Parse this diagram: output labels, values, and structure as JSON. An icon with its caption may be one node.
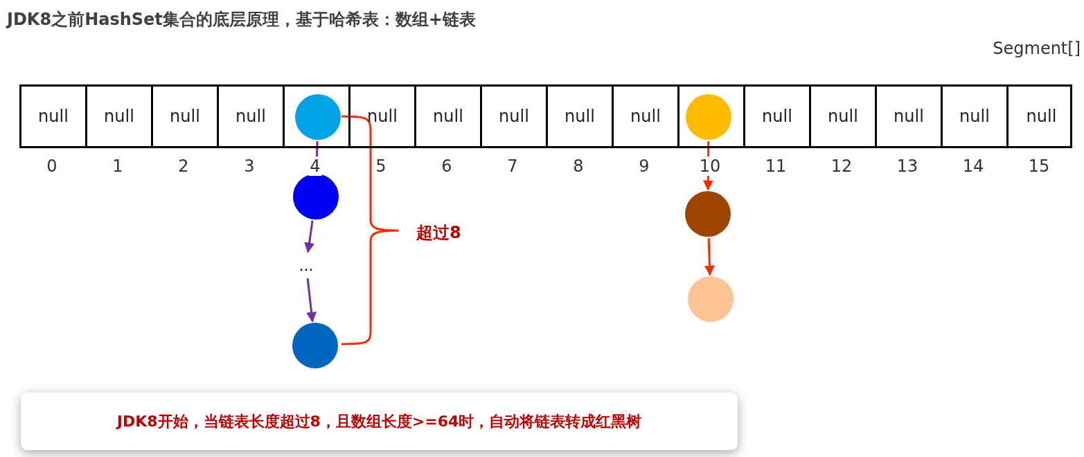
{
  "diagram": {
    "title": "JDK8之前HashSet集合的底层原理，基于哈希表：数组+链表",
    "caption": "JDK8开始，当链表长度超过8，且数组长度>=64时，自动将链表转成红黑树",
    "nodes": [
      {
        "text": [],
        "shape": "box"
      },
      {
        "text": [
          "null"
        ],
        "in": 0
      },
      {
        "text": [
          "null"
        ],
        "in": 0
      },
      {
        "text": [
          "null"
        ],
        "in": 0
      },
      {
        "text": [
          "null"
        ],
        "in": 0
      },
      {
        "text": [],
        "shape": "box",
        "in": 0
      },
      {
        "text": [
          "null"
        ],
        "in": 0
      },
      {
        "text": [
          "null"
        ],
        "in": 0
      },
      {
        "text": [
          "null"
        ],
        "in": 0
      },
      {
        "text": [
          "null"
        ],
        "in": 0
      },
      {
        "text": [
          "null"
        ],
        "in": 0
      },
      {
        "text": [],
        "shape": "box",
        "in": 0
      },
      {
        "text": [
          "null"
        ],
        "in": 0
      },
      {
        "text": [
          "null"
        ],
        "in": 0
      },
      {
        "text": [
          "null"
        ],
        "in": 0
      },
      {
        "text": [
          "null"
        ],
        "in": 0
      },
      {
        "text": [
          "null"
        ],
        "in": 0
      },
      {
        "text": [],
        "shape": "circle",
        "in": 5
      },
      {
        "text": [],
        "shape": "circle"
      },
      {
        "text": [
          "..."
        ]
      },
      {
        "text": [],
        "shape": "circle"
      },
      {
        "text": [],
        "shape": "circle",
        "in": 11
      },
      {
        "text": [],
        "shape": "circle"
      },
      {
        "text": [],
        "shape": "circle"
      }
    ],
    "edges": [
      {
        "from": 17,
        "to": 18,
        "arrow": "to"
      },
      {
        "from": 18,
        "to": 19,
        "arrow": "to"
      },
      {
        "from": 19,
        "to": 20,
        "arrow": "to"
      },
      {
        "from": 21,
        "to": 22,
        "arrow": "to",
        "color": "#ff2a00"
      },
      {
        "from": 22,
        "to": 23,
        "arrow": "to",
        "color": "#ff2a00"
      }
    ],
    "labels": [
      "Segment[]",
      "0",
      "1",
      "2",
      "3",
      "4",
      "5",
      "6",
      "7",
      "8",
      "9",
      "10",
      "11",
      "12",
      "13",
      "14",
      "15",
      "超过8"
    ]
  }
}
